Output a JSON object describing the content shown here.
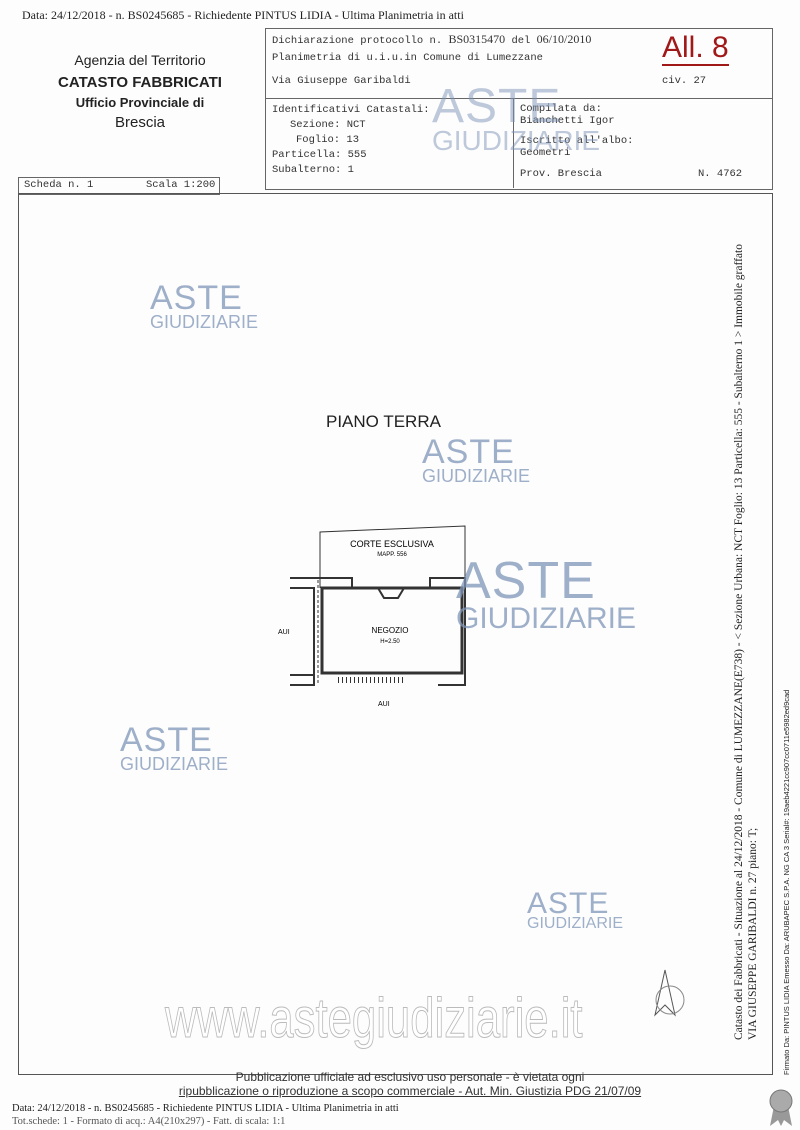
{
  "top_line": "Data: 24/12/2018 - n. BS0245685 - Richiedente PINTUS LIDIA - Ultima Planimetria in atti",
  "agency": {
    "line1": "Agenzia del Territorio",
    "line2": "CATASTO FABBRICATI",
    "line3": "Ufficio Provinciale di",
    "line4": "Brescia"
  },
  "header": {
    "dichiarazione": "Dichiarazione protocollo n.",
    "protocollo": "BS0315470",
    "del": "del",
    "data": "06/10/2010",
    "planimetria": "Planimetria di u.i.u.in Comune di Lumezzane",
    "via": "Via Giuseppe Garibaldi",
    "civ": "civ. 27",
    "allegato": "All. 8"
  },
  "identificativi": {
    "title": "Identificativi Catastali:",
    "sezione": "Sezione: NCT",
    "foglio": "Foglio: 13",
    "particella": "Particella: 555",
    "subalterno": "Subalterno: 1"
  },
  "compilata": {
    "title": "Compilata da:",
    "nome": "Bianchetti Igor",
    "iscritto": "Iscritto all'albo:",
    "albo": "Geometri",
    "prov": "Prov. Brescia",
    "numero": "N. 4762"
  },
  "scheda": {
    "label": "Scheda n. 1",
    "scala": "Scala 1:200"
  },
  "plan": {
    "piano": "PIANO TERRA",
    "corte": "CORTE ESCLUSIVA",
    "mapp": "MAPP. 556",
    "negozio": "NEGOZIO",
    "altezza": "H=2.50",
    "aui_left": "AUI",
    "aui_bottom": "AUI"
  },
  "side_text": {
    "line1": "Catasto dei Fabbricati - Situazione al 24/12/2018 - Comune di LUMEZZANE(E738) - < Sezione Urbana: NCT Foglio: 13 Particella: 555 - Subalterno 1 > Immobile graffato",
    "line2": "VIA GIUSEPPE GARIBALDI n. 27 piano: T;"
  },
  "signature": "Firmato Da: PINTUS LIDIA Emesso Da: ARUBAPEC S.P.A. NG CA 3 Serial#: 19aeb4221cc907cc0711e5982ed9cad",
  "watermark": {
    "aste": "ASTE",
    "giudiziarie": "GIUDIZIARIE",
    "site": "www.astegiudiziarie.it"
  },
  "footer": {
    "line1": "Data: 24/12/2018 - n. BS0245685 - Richiedente PINTUS LIDIA - Ultima Planimetria in atti",
    "line2": "Tot.schede: 1 - Formato di acq.: A4(210x297) - Fatt. di scala: 1:1",
    "notice1": "Pubblicazione ufficiale ad esclusivo uso personale - è vietata ogni",
    "notice2": "ripubblicazione o riproduzione a scopo commerciale - Aut. Min. Giustizia PDG 21/07/09"
  },
  "colors": {
    "watermark": "#7f95b8",
    "allegato": "#a01818"
  }
}
